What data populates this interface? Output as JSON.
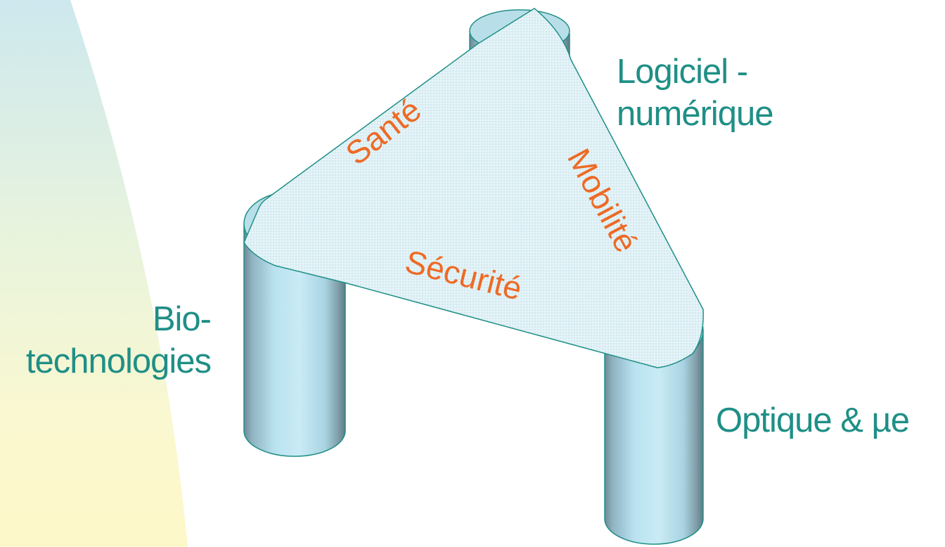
{
  "pillars": {
    "biotech": "Bio-\ntechnologies",
    "software_line1": "Logiciel -",
    "software_line2": "numérique",
    "optics": "Optique & µe"
  },
  "sides": {
    "left": "Santé",
    "right": "Mobilité",
    "bottom": "Sécurité"
  },
  "colors": {
    "pillar_label": "#1f8f86",
    "side_label": "#ee6a25",
    "outline": "#1f8f86",
    "cylinder": "#a9d9ec",
    "triangle": "#dff1f6"
  }
}
